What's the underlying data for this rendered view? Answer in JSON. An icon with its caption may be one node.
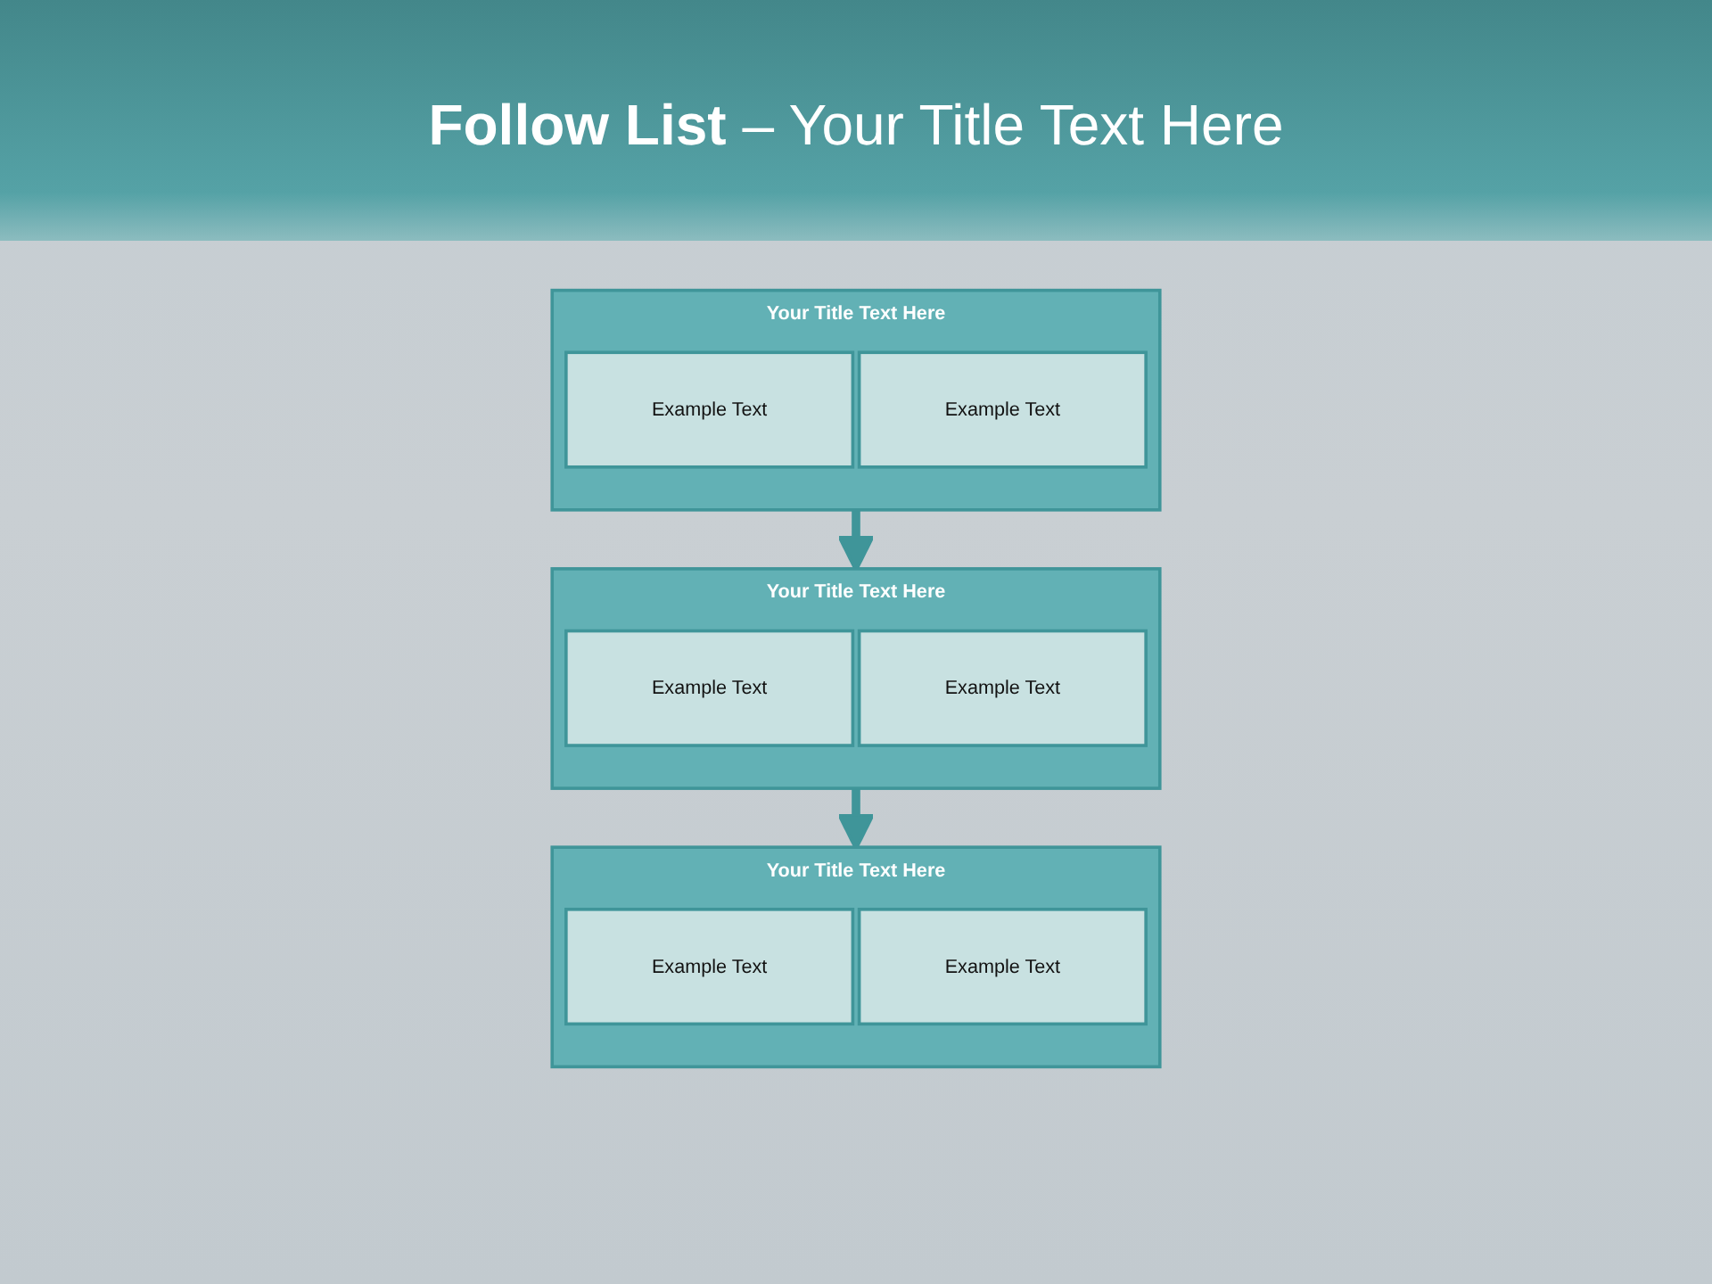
{
  "diagram": {
    "title": "**Follow List** – Your Title Text Here",
    "nodes": [
      {
        "text": [
          "Your Title Text Here"
        ]
      },
      {
        "text": [
          "Example Text"
        ],
        "in": 0
      },
      {
        "text": [
          "Example Text"
        ],
        "in": 0
      },
      {
        "text": [
          "Your Title Text Here"
        ]
      },
      {
        "text": [
          "Example Text"
        ],
        "in": 3
      },
      {
        "text": [
          "Example Text"
        ],
        "in": 3
      },
      {
        "text": [
          "Your Title Text Here"
        ]
      },
      {
        "text": [
          "Example Text"
        ],
        "in": 6
      },
      {
        "text": [
          "Example Text"
        ],
        "in": 6
      }
    ],
    "edges": [
      {
        "from": 0,
        "to": 3,
        "arrow": "to"
      },
      {
        "from": 3,
        "to": 6,
        "arrow": "to"
      }
    ]
  }
}
